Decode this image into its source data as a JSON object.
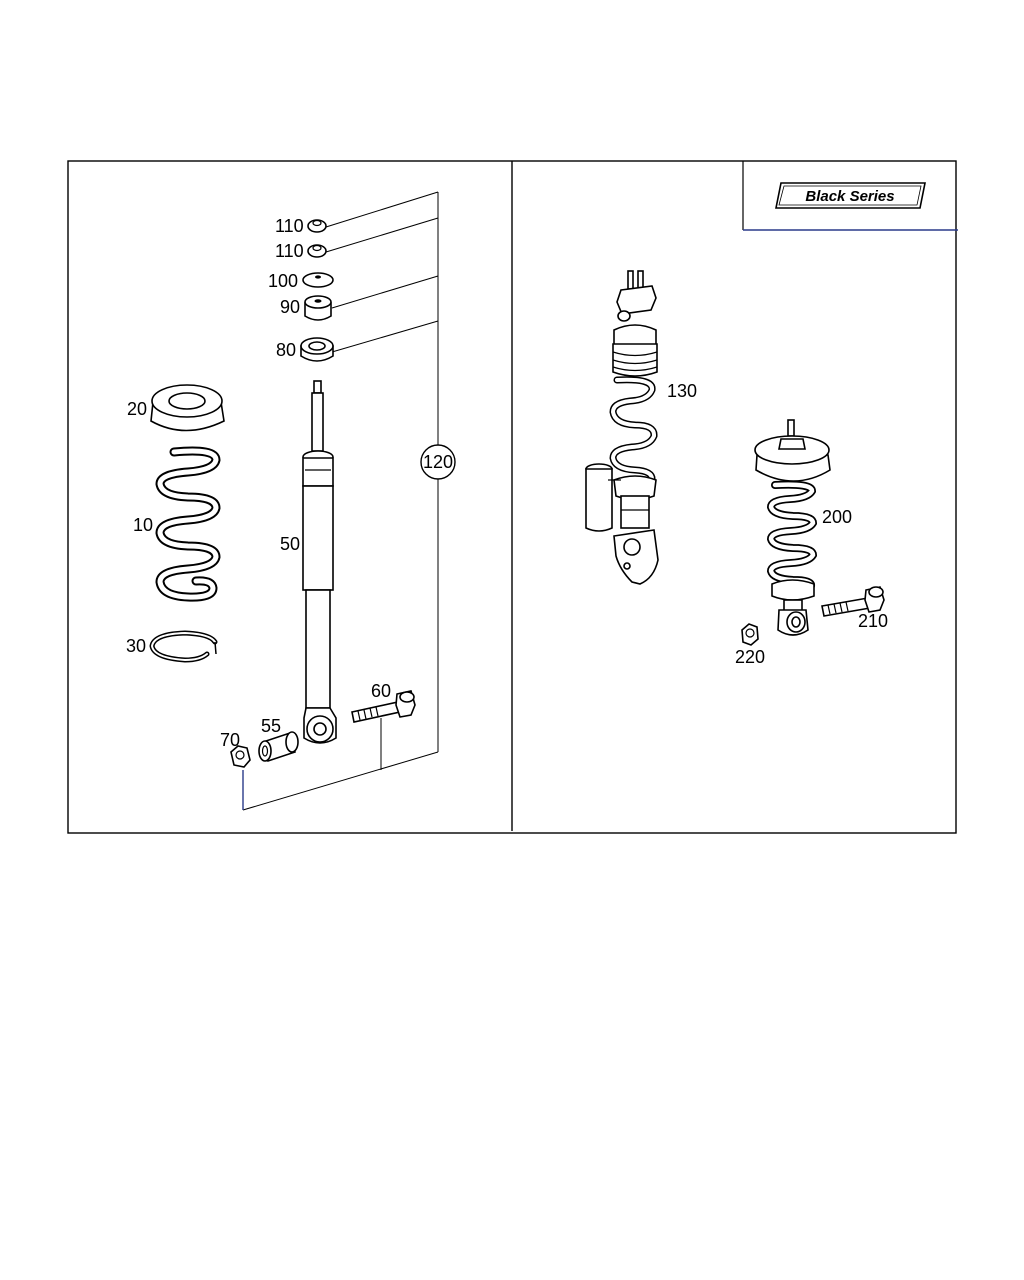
{
  "badge": {
    "text": "Black Series"
  },
  "labels": {
    "p110a": "110",
    "p110b": "110",
    "p100": "100",
    "p90": "90",
    "p80": "80",
    "p20": "20",
    "p10": "10",
    "p30": "30",
    "p50": "50",
    "p120": "120",
    "p55": "55",
    "p60": "60",
    "p70": "70",
    "p130": "130",
    "p200": "200",
    "p210": "210",
    "p220": "220"
  }
}
